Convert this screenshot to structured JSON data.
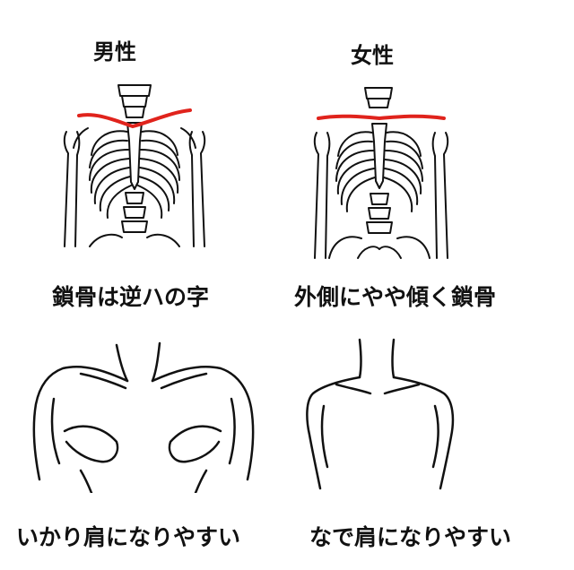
{
  "columns": [
    {
      "title": "男性",
      "skeleton_caption": "鎖骨は逆ハの字",
      "torso_caption": "いかり肩になりやすい"
    },
    {
      "title": "女性",
      "skeleton_caption": "外側にやや傾く鎖骨",
      "torso_caption": "なで肩になりやすい"
    }
  ],
  "colors": {
    "clavicle_highlight": "#e0231c",
    "line_art": "#111111",
    "background": "#ffffff"
  }
}
